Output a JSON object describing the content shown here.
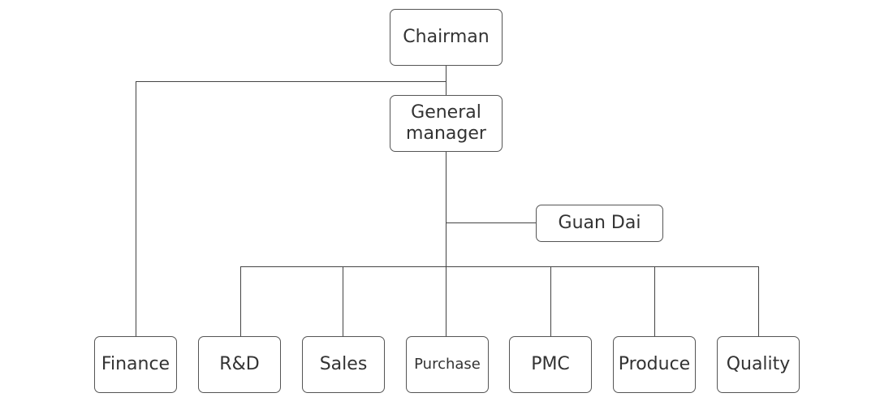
{
  "nodes": {
    "chairman": "Chairman",
    "general_manager_line1": "General",
    "general_manager_line2": "manager",
    "guan_dai": "Guan Dai",
    "finance": "Finance",
    "rd": "R&D",
    "sales": "Sales",
    "purchase": "Purchase",
    "pmc": "PMC",
    "produce": "Produce",
    "quality": "Quality"
  }
}
